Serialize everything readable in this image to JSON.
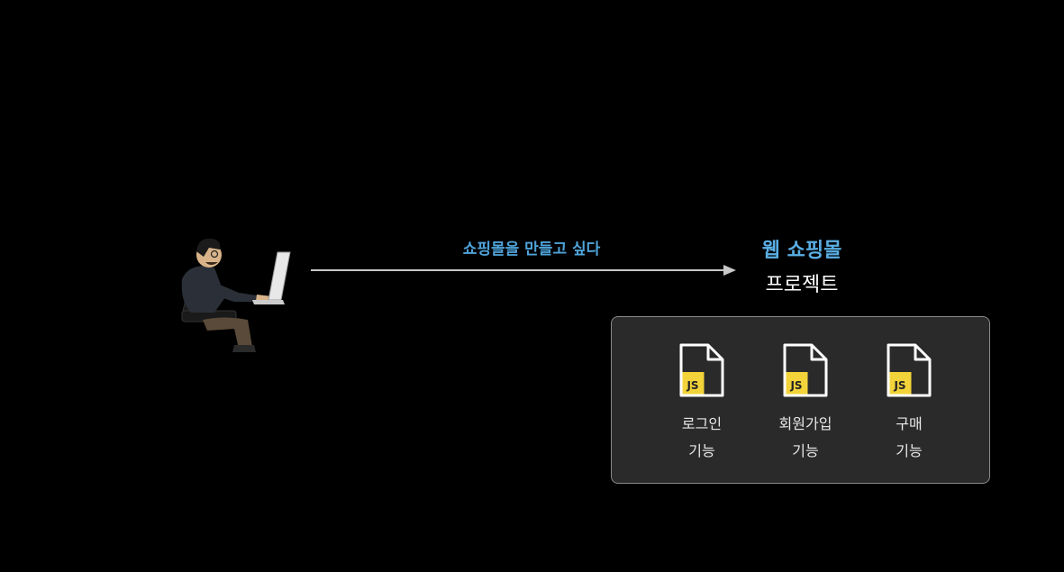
{
  "arrow": {
    "label": "쇼핑몰을 만들고 싶다"
  },
  "project": {
    "title": "웹 쇼핑몰",
    "subtitle": "프로젝트"
  },
  "features": [
    {
      "line1": "로그인",
      "line2": "기능",
      "badge": "JS",
      "icon": "js-file-icon"
    },
    {
      "line1": "회원가입",
      "line2": "기능",
      "badge": "JS",
      "icon": "js-file-icon"
    },
    {
      "line1": "구매",
      "line2": "기능",
      "badge": "JS",
      "icon": "js-file-icon"
    }
  ],
  "colors": {
    "accent": "#5aaee3",
    "js_yellow": "#f2d33a",
    "panel_bg": "#2a2a2a"
  }
}
